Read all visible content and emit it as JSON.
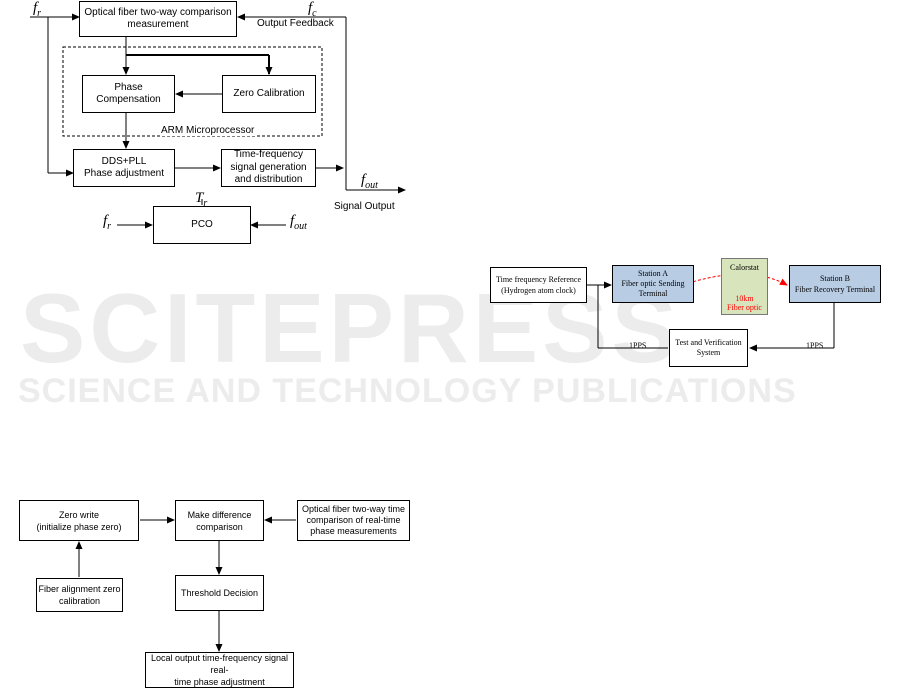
{
  "watermark": {
    "title": "SCITEPRESS",
    "subtitle": "SCIENCE AND TECHNOLOGY PUBLICATIONS"
  },
  "diagram1": {
    "top_box": [
      "Optical fiber two-way comparison",
      "measurement"
    ],
    "phase_comp": [
      "Phase",
      "Compensation"
    ],
    "zero_cal": "Zero Calibration",
    "arm": "ARM Microprocessor",
    "dds": [
      "DDS+PLL",
      "Phase adjustment"
    ],
    "tf_box": [
      "Time-frequency",
      "signal generation",
      "and distribution"
    ],
    "pco": "PCO",
    "output_feedback": "Output Feedback",
    "signal_output": "Signal Output",
    "sym_fr": {
      "main": "f",
      "sub": "r"
    },
    "sym_fc": {
      "main": "f",
      "sub": "c"
    },
    "sym_fout": {
      "main": "f",
      "sub": "out"
    },
    "sym_Tr": {
      "main": "T",
      "sub": "r"
    }
  },
  "diagram2": {
    "ref_box": [
      "Time frequency Reference",
      "(Hydrogen atom clock)"
    ],
    "station_a": [
      "Station A",
      "Fiber optic Sending",
      "Terminal"
    ],
    "calorstat": "Calorstat",
    "fiber": [
      "10km",
      "Fiber optic"
    ],
    "station_b": [
      "Station B",
      "Fiber Recovery Terminal"
    ],
    "test_box": [
      "Test and Verification",
      "System"
    ],
    "pps_left": "1PPS",
    "pps_right": "1PPS",
    "colors": {
      "station_fill": "#b8cce4",
      "calorstat_fill": "#d8e4bc",
      "fiber": "#ff0000"
    }
  },
  "diagram3": {
    "zero_write": [
      "Zero write",
      "(initialize phase zero)"
    ],
    "make_diff": [
      "Make difference",
      "comparison"
    ],
    "optical": [
      "Optical fiber two-way time",
      "comparison of real-time",
      "phase  measurements"
    ],
    "fiber_align": [
      "Fiber alignment zero",
      "calibration"
    ],
    "threshold": "Threshold Decision",
    "local_output": [
      "Local output time-frequency signal real-",
      "time phase adjustment"
    ]
  }
}
